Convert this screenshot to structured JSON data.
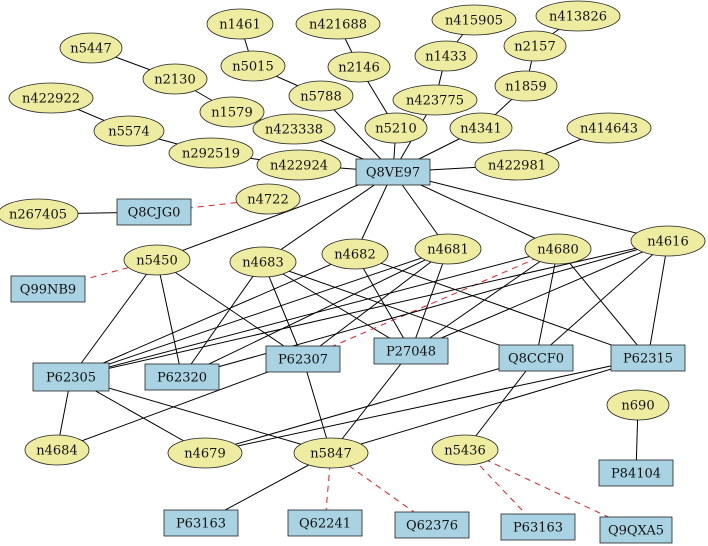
{
  "colors": {
    "ellipse_fill": "#eeeca0",
    "rect_fill": "#a9d3e3",
    "edge": "#000000",
    "dashed_edge": "#e0202a",
    "background": "#ffffff"
  },
  "nodes": [
    {
      "id": "n1461",
      "label": "n1461",
      "shape": "ellipse"
    },
    {
      "id": "n421688",
      "label": "n421688",
      "shape": "ellipse"
    },
    {
      "id": "n415905",
      "label": "n415905",
      "shape": "ellipse"
    },
    {
      "id": "n413826",
      "label": "n413826",
      "shape": "ellipse"
    },
    {
      "id": "n5447",
      "label": "n5447",
      "shape": "ellipse"
    },
    {
      "id": "n2130",
      "label": "n2130",
      "shape": "ellipse"
    },
    {
      "id": "n5015",
      "label": "n5015",
      "shape": "ellipse"
    },
    {
      "id": "n2146",
      "label": "n2146",
      "shape": "ellipse"
    },
    {
      "id": "n1433",
      "label": "n1433",
      "shape": "ellipse"
    },
    {
      "id": "n2157",
      "label": "n2157",
      "shape": "ellipse"
    },
    {
      "id": "n422922",
      "label": "n422922",
      "shape": "ellipse"
    },
    {
      "id": "n1579",
      "label": "n1579",
      "shape": "ellipse"
    },
    {
      "id": "n5788",
      "label": "n5788",
      "shape": "ellipse"
    },
    {
      "id": "n423775",
      "label": "n423775",
      "shape": "ellipse"
    },
    {
      "id": "n1859",
      "label": "n1859",
      "shape": "ellipse"
    },
    {
      "id": "n5574",
      "label": "n5574",
      "shape": "ellipse"
    },
    {
      "id": "n423338",
      "label": "n423338",
      "shape": "ellipse"
    },
    {
      "id": "n5210",
      "label": "n5210",
      "shape": "ellipse"
    },
    {
      "id": "n4341",
      "label": "n4341",
      "shape": "ellipse"
    },
    {
      "id": "n414643",
      "label": "n414643",
      "shape": "ellipse"
    },
    {
      "id": "n292519",
      "label": "n292519",
      "shape": "ellipse"
    },
    {
      "id": "n422924",
      "label": "n422924",
      "shape": "ellipse"
    },
    {
      "id": "Q8VE97",
      "label": "Q8VE97",
      "shape": "rect"
    },
    {
      "id": "n422981",
      "label": "n422981",
      "shape": "ellipse"
    },
    {
      "id": "n267405",
      "label": "n267405",
      "shape": "ellipse"
    },
    {
      "id": "Q8CJG0",
      "label": "Q8CJG0",
      "shape": "rect"
    },
    {
      "id": "n4722",
      "label": "n4722",
      "shape": "ellipse"
    },
    {
      "id": "n5450",
      "label": "n5450",
      "shape": "ellipse"
    },
    {
      "id": "n4683",
      "label": "n4683",
      "shape": "ellipse"
    },
    {
      "id": "n4682",
      "label": "n4682",
      "shape": "ellipse"
    },
    {
      "id": "n4681",
      "label": "n4681",
      "shape": "ellipse"
    },
    {
      "id": "n4680",
      "label": "n4680",
      "shape": "ellipse"
    },
    {
      "id": "n4616",
      "label": "n4616",
      "shape": "ellipse"
    },
    {
      "id": "Q99NB9",
      "label": "Q99NB9",
      "shape": "rect"
    },
    {
      "id": "P62305",
      "label": "P62305",
      "shape": "rect"
    },
    {
      "id": "P62320",
      "label": "P62320",
      "shape": "rect"
    },
    {
      "id": "P62307",
      "label": "P62307",
      "shape": "rect"
    },
    {
      "id": "P27048",
      "label": "P27048",
      "shape": "rect"
    },
    {
      "id": "Q8CCF0",
      "label": "Q8CCF0",
      "shape": "rect"
    },
    {
      "id": "P62315",
      "label": "P62315",
      "shape": "rect"
    },
    {
      "id": "n690",
      "label": "n690",
      "shape": "ellipse"
    },
    {
      "id": "n4684",
      "label": "n4684",
      "shape": "ellipse"
    },
    {
      "id": "n4679",
      "label": "n4679",
      "shape": "ellipse"
    },
    {
      "id": "n5847",
      "label": "n5847",
      "shape": "ellipse"
    },
    {
      "id": "n5436",
      "label": "n5436",
      "shape": "ellipse"
    },
    {
      "id": "P84104",
      "label": "P84104",
      "shape": "rect"
    },
    {
      "id": "P63163a",
      "label": "P63163",
      "shape": "rect"
    },
    {
      "id": "Q62241",
      "label": "Q62241",
      "shape": "rect"
    },
    {
      "id": "Q62376",
      "label": "Q62376",
      "shape": "rect"
    },
    {
      "id": "P63163b",
      "label": "P63163",
      "shape": "rect"
    },
    {
      "id": "Q9QXA5",
      "label": "Q9QXA5",
      "shape": "rect"
    }
  ],
  "edges": [
    {
      "from": "n1461",
      "to": "n5015",
      "style": "solid"
    },
    {
      "from": "n5015",
      "to": "n5788",
      "style": "solid"
    },
    {
      "from": "n5788",
      "to": "Q8VE97",
      "style": "solid"
    },
    {
      "from": "n421688",
      "to": "n2146",
      "style": "solid"
    },
    {
      "from": "n2146",
      "to": "n5210",
      "style": "solid"
    },
    {
      "from": "n5210",
      "to": "Q8VE97",
      "style": "solid"
    },
    {
      "from": "n415905",
      "to": "n1433",
      "style": "solid"
    },
    {
      "from": "n1433",
      "to": "n423775",
      "style": "solid"
    },
    {
      "from": "n423775",
      "to": "Q8VE97",
      "style": "solid"
    },
    {
      "from": "n413826",
      "to": "n2157",
      "style": "solid"
    },
    {
      "from": "n2157",
      "to": "n1859",
      "style": "solid"
    },
    {
      "from": "n1859",
      "to": "n4341",
      "style": "solid"
    },
    {
      "from": "n4341",
      "to": "Q8VE97",
      "style": "solid"
    },
    {
      "from": "n5447",
      "to": "n2130",
      "style": "solid"
    },
    {
      "from": "n2130",
      "to": "n1579",
      "style": "solid"
    },
    {
      "from": "n1579",
      "to": "n423338",
      "style": "solid"
    },
    {
      "from": "n423338",
      "to": "Q8VE97",
      "style": "solid"
    },
    {
      "from": "n422922",
      "to": "n5574",
      "style": "solid"
    },
    {
      "from": "n5574",
      "to": "n292519",
      "style": "solid"
    },
    {
      "from": "n292519",
      "to": "n422924",
      "style": "solid"
    },
    {
      "from": "n422924",
      "to": "Q8VE97",
      "style": "solid"
    },
    {
      "from": "n414643",
      "to": "n422981",
      "style": "solid"
    },
    {
      "from": "n422981",
      "to": "Q8VE97",
      "style": "solid"
    },
    {
      "from": "n267405",
      "to": "Q8CJG0",
      "style": "solid"
    },
    {
      "from": "Q8CJG0",
      "to": "n4722",
      "style": "dashed"
    },
    {
      "from": "Q8VE97",
      "to": "n5450",
      "style": "solid"
    },
    {
      "from": "Q8VE97",
      "to": "n4683",
      "style": "solid"
    },
    {
      "from": "Q8VE97",
      "to": "n4682",
      "style": "solid"
    },
    {
      "from": "Q8VE97",
      "to": "n4681",
      "style": "solid"
    },
    {
      "from": "Q8VE97",
      "to": "n4680",
      "style": "solid"
    },
    {
      "from": "Q8VE97",
      "to": "n4616",
      "style": "solid"
    },
    {
      "from": "Q99NB9",
      "to": "n5450",
      "style": "dashed"
    },
    {
      "from": "n5450",
      "to": "P62305",
      "style": "solid"
    },
    {
      "from": "n5450",
      "to": "P62320",
      "style": "solid"
    },
    {
      "from": "n5450",
      "to": "P62307",
      "style": "solid"
    },
    {
      "from": "n4683",
      "to": "P62320",
      "style": "solid"
    },
    {
      "from": "n4683",
      "to": "P62307",
      "style": "solid"
    },
    {
      "from": "n4683",
      "to": "P27048",
      "style": "solid"
    },
    {
      "from": "n4683",
      "to": "Q8CCF0",
      "style": "solid"
    },
    {
      "from": "n4682",
      "to": "P62305",
      "style": "solid"
    },
    {
      "from": "n4682",
      "to": "P27048",
      "style": "solid"
    },
    {
      "from": "n4682",
      "to": "P62315",
      "style": "solid"
    },
    {
      "from": "n4681",
      "to": "P62305",
      "style": "solid"
    },
    {
      "from": "n4681",
      "to": "P62320",
      "style": "solid"
    },
    {
      "from": "n4681",
      "to": "P27048",
      "style": "solid"
    },
    {
      "from": "n4681",
      "to": "P62307",
      "style": "solid"
    },
    {
      "from": "n4680",
      "to": "P62305",
      "style": "solid"
    },
    {
      "from": "n4680",
      "to": "Q8CCF0",
      "style": "solid"
    },
    {
      "from": "n4680",
      "to": "P62315",
      "style": "solid"
    },
    {
      "from": "n4680",
      "to": "P27048",
      "style": "solid"
    },
    {
      "from": "n4680",
      "to": "P62307",
      "style": "dashed"
    },
    {
      "from": "n4616",
      "to": "P62305",
      "style": "solid"
    },
    {
      "from": "n4616",
      "to": "P62320",
      "style": "solid"
    },
    {
      "from": "n4616",
      "to": "P27048",
      "style": "solid"
    },
    {
      "from": "n4616",
      "to": "Q8CCF0",
      "style": "solid"
    },
    {
      "from": "n4616",
      "to": "P62315",
      "style": "solid"
    },
    {
      "from": "P62305",
      "to": "n4684",
      "style": "solid"
    },
    {
      "from": "P62305",
      "to": "n4679",
      "style": "solid"
    },
    {
      "from": "P62305",
      "to": "n5847",
      "style": "solid"
    },
    {
      "from": "P62307",
      "to": "n4684",
      "style": "solid"
    },
    {
      "from": "P62307",
      "to": "n5847",
      "style": "solid"
    },
    {
      "from": "P27048",
      "to": "n5847",
      "style": "solid"
    },
    {
      "from": "Q8CCF0",
      "to": "n4679",
      "style": "solid"
    },
    {
      "from": "Q8CCF0",
      "to": "n5436",
      "style": "solid"
    },
    {
      "from": "P62315",
      "to": "n4679",
      "style": "solid"
    },
    {
      "from": "P62315",
      "to": "n5847",
      "style": "solid"
    },
    {
      "from": "n690",
      "to": "P84104",
      "style": "solid"
    },
    {
      "from": "n5847",
      "to": "P63163a",
      "style": "solid"
    },
    {
      "from": "n5847",
      "to": "Q62241",
      "style": "dashed"
    },
    {
      "from": "n5847",
      "to": "Q62376",
      "style": "dashed"
    },
    {
      "from": "n5436",
      "to": "P63163b",
      "style": "dashed"
    },
    {
      "from": "n5436",
      "to": "Q9QXA5",
      "style": "dashed"
    }
  ]
}
